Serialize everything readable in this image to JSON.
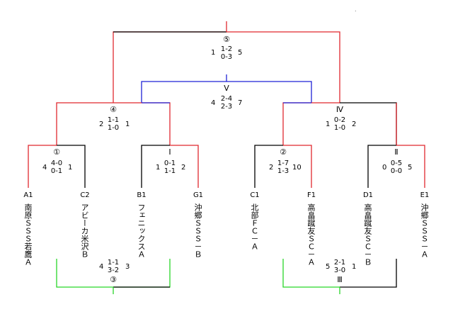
{
  "colors": {
    "win": "#e0282f",
    "line": "#000000",
    "blue": "#1f22d6",
    "green": "#28d628"
  },
  "corner_mark": ".",
  "teams": [
    {
      "code": "A1",
      "name": "南原ＳＳＳ若鷹Ａ"
    },
    {
      "code": "C2",
      "name": "アビーカ米沢Ｂ"
    },
    {
      "code": "B1",
      "name": "フェニックスＡ"
    },
    {
      "code": "G1",
      "name": "沖郷ＳＳＳ－Ｂ"
    },
    {
      "code": "C1",
      "name": "北部ＦＣ－Ａ"
    },
    {
      "code": "F1",
      "name": "高畠蹴友ＳＣ－Ａ"
    },
    {
      "code": "D1",
      "name": "高畠蹴友ＳＣ－Ｂ"
    },
    {
      "code": "E1",
      "name": "沖郷ＳＳＳ－Ａ"
    }
  ],
  "matches": {
    "m1": {
      "label": "①",
      "left_total": "4",
      "halves": [
        "4-0",
        "0-1"
      ],
      "right_total": "1"
    },
    "mI": {
      "label": "Ⅰ",
      "left_total": "1",
      "halves": [
        "0-1",
        "1-1"
      ],
      "right_total": "2"
    },
    "m2": {
      "label": "②",
      "left_total": "2",
      "halves": [
        "1-7",
        "1-3"
      ],
      "right_total": "10"
    },
    "mII": {
      "label": "Ⅱ",
      "left_total": "0",
      "halves": [
        "0-5",
        "0-0"
      ],
      "right_total": "5"
    },
    "m4": {
      "label": "④",
      "left_total": "2",
      "halves": [
        "1-1",
        "1-0"
      ],
      "right_total": "1"
    },
    "mIV": {
      "label": "Ⅳ",
      "left_total": "1",
      "halves": [
        "0-2",
        "1-0"
      ],
      "right_total": "2"
    },
    "mV": {
      "label": "Ⅴ",
      "left_total": "4",
      "halves": [
        "2-4",
        "2-3"
      ],
      "right_total": "7"
    },
    "m5": {
      "label": "⑤",
      "left_total": "1",
      "halves": [
        "1-2",
        "0-3"
      ],
      "right_total": "5"
    },
    "m3": {
      "label": "③",
      "left_total": "4",
      "halves": [
        "1-1",
        "3-2"
      ],
      "right_total": "3"
    },
    "mIII": {
      "label": "Ⅲ",
      "left_total": "5",
      "halves": [
        "2-1",
        "3-0"
      ],
      "right_total": "1"
    }
  }
}
